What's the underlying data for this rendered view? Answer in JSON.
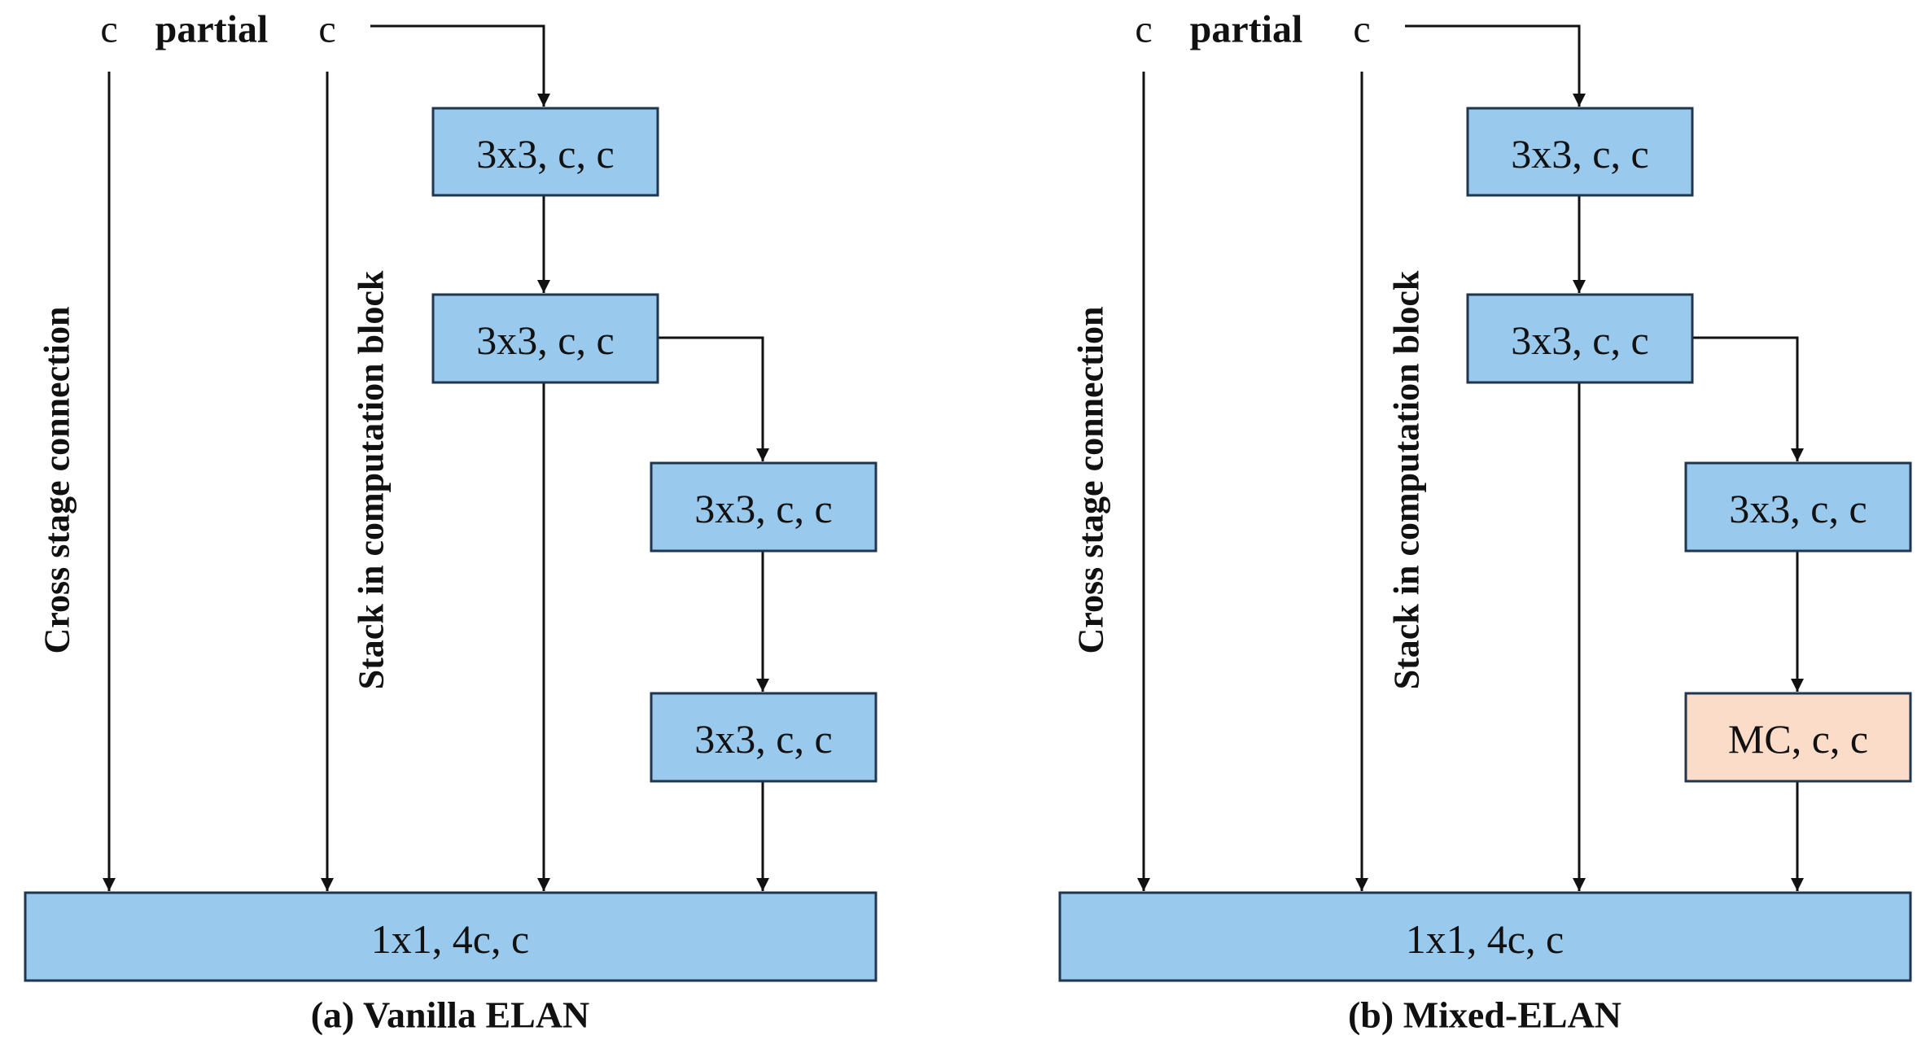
{
  "colors": {
    "conv_fill": "#99c9ec",
    "mc_fill": "#fbdcc9",
    "stroke": "#1f3550",
    "wire": "#111111"
  },
  "panels": [
    {
      "id": "a",
      "top_labels": {
        "left_c": "c",
        "partial": "partial",
        "right_c": "c"
      },
      "vertical_labels": {
        "cross_stage": "Cross stage connection",
        "stack": "Stack in computation block"
      },
      "blocks": {
        "b1": "3x3, c, c",
        "b2": "3x3, c, c",
        "b3": "3x3, c, c",
        "b4": "3x3, c, c",
        "output": "1x1, 4c, c"
      },
      "caption": "(a) Vanilla ELAN"
    },
    {
      "id": "b",
      "top_labels": {
        "left_c": "c",
        "partial": "partial",
        "right_c": "c"
      },
      "vertical_labels": {
        "cross_stage": "Cross stage connection",
        "stack": "Stack in computation block"
      },
      "blocks": {
        "b1": "3x3, c, c",
        "b2": "3x3, c, c",
        "b3": "3x3, c, c",
        "b4": "MC, c, c",
        "output": "1x1, 4c, c"
      },
      "caption": "(b) Mixed-ELAN"
    }
  ]
}
